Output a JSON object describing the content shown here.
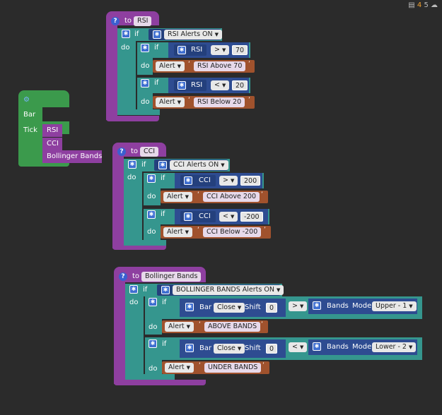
{
  "topbar": {
    "count_orange": "4",
    "count_gray": "5",
    "doc_icon": "document-icon",
    "cloud_icon": "cloud-icon"
  },
  "event": {
    "bar": "Bar",
    "tick": "Tick",
    "items": [
      "RSI",
      "CCI",
      "Bollinger Bands"
    ]
  },
  "rsi": {
    "to": "to",
    "name": "RSI",
    "if": "if",
    "do": "do",
    "cond_toggle": "RSI Alerts ON",
    "rules": [
      {
        "lhs": "RSI",
        "op": ">",
        "value": "70",
        "alert": "Alert",
        "msg": "RSI Above 70"
      },
      {
        "lhs": "RSI",
        "op": "<",
        "value": "20",
        "alert": "Alert",
        "msg": "RSI Below 20"
      }
    ]
  },
  "cci": {
    "to": "to",
    "name": "CCI",
    "if": "if",
    "do": "do",
    "cond_toggle": "CCI Alerts ON",
    "rules": [
      {
        "lhs": "CCI",
        "op": ">",
        "value": "200",
        "alert": "Alert",
        "msg": "CCI Above 200"
      },
      {
        "lhs": "CCI",
        "op": "<",
        "value": "-200",
        "alert": "Alert",
        "msg": "CCI Below -200"
      }
    ]
  },
  "bb": {
    "to": "to",
    "name": "Bollinger Bands",
    "if": "if",
    "do": "do",
    "cond_toggle": "BOLLINGER BANDS Alerts ON",
    "rules": [
      {
        "bar": "Bar",
        "field": "Close",
        "shift_lbl": "Shift",
        "shift": "0",
        "op": ">",
        "bands": "Bands",
        "mode_lbl": "Mode",
        "mode": "Upper - 1",
        "alert": "Alert",
        "msg": "ABOVE BANDS"
      },
      {
        "bar": "Bar",
        "field": "Close",
        "shift_lbl": "Shift",
        "shift": "0",
        "op": "<",
        "bands": "Bands",
        "mode_lbl": "Mode",
        "mode": "Lower - 2",
        "alert": "Alert",
        "msg": "UNDER BANDS"
      }
    ]
  }
}
